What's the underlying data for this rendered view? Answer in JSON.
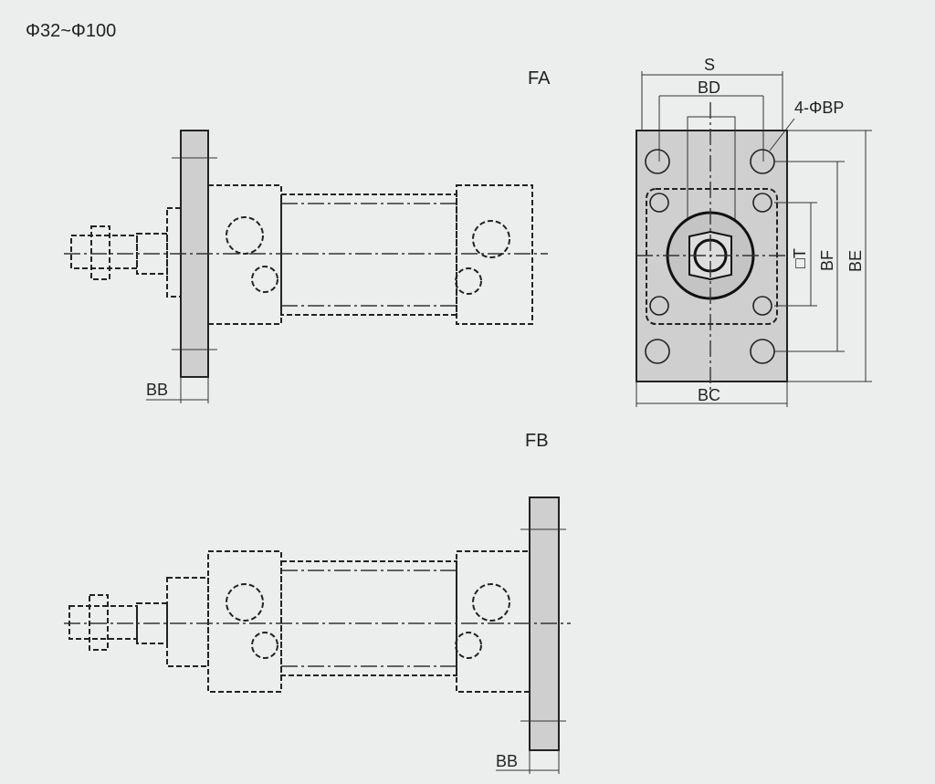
{
  "title": "Φ32~Φ100",
  "views": {
    "fa": {
      "label": "FA",
      "bb": "BB"
    },
    "fb": {
      "label": "FB",
      "bb": "BB"
    },
    "front": {
      "s": "S",
      "bd": "BD",
      "bp": "4-ΦBP",
      "t": "□T",
      "bf": "BF",
      "be": "BE",
      "bc": "BC"
    }
  },
  "colors": {
    "plate": "#cfcfcf",
    "line": "#222222",
    "background": "#eceeee"
  }
}
